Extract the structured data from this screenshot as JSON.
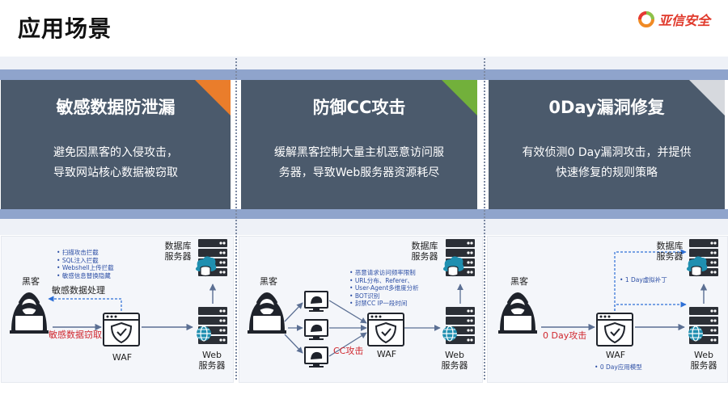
{
  "page": {
    "title": "应用场景"
  },
  "logo": {
    "text": "亚信安全"
  },
  "colors": {
    "panel_bg": "#4b5a6c",
    "stripe": "#8fa4cc",
    "accent_orange": "#ea7d2b",
    "accent_green": "#72b03b",
    "accent_grey": "#cfd3d9",
    "alert_red": "#d0272e",
    "list_blue": "#2d4fa5"
  },
  "panels": [
    {
      "heading": "敏感数据防泄漏",
      "desc_line1": "避免因黑客的入侵攻击，",
      "desc_line2": "导致网站核心数据被窃取",
      "corner": "orange"
    },
    {
      "heading": "防御CC攻击",
      "desc_line1": "缓解黑客控制大量主机恶意访问服",
      "desc_line2": "务器，导致Web服务器资源耗尽",
      "corner": "green"
    },
    {
      "heading": "0Day漏洞修复",
      "desc_line1": "有效侦测0 Day漏洞攻击，并提供",
      "desc_line2": "快速修复的规则策略",
      "corner": "grey"
    }
  ],
  "diagrams": [
    {
      "hacker": "黑客",
      "db_line1": "数据库",
      "db_line2": "服务器",
      "web_line1": "Web",
      "web_line2": "服务器",
      "waf": "WAF",
      "feature_list": [
        "扫描攻击拦截",
        "SQL注入拦截",
        "Webshell上传拦截",
        "敏感信息替换隐藏"
      ],
      "process_label": "敏感数据处理",
      "attack_label": "敏感数据窃取",
      "icons": [
        "hacker-icon",
        "waf-shield-icon",
        "database-server-icon",
        "web-server-icon"
      ]
    },
    {
      "hacker": "黑客",
      "db_line1": "数据库",
      "db_line2": "服务器",
      "web_line1": "Web",
      "web_line2": "服务器",
      "waf": "WAF",
      "feature_list": [
        "恶意请求访问频率限制",
        "URL分布、Referer、",
        "User-Agent多维度分析",
        "BOT识别",
        "封禁CC IP一段时间"
      ],
      "attack_label": "CC攻击",
      "icons": [
        "hacker-icon",
        "bot-monitor-icon",
        "waf-shield-icon",
        "database-server-icon",
        "web-server-icon"
      ]
    },
    {
      "hacker": "黑客",
      "db_line1": "数据库",
      "db_line2": "服务器",
      "web_line1": "Web",
      "web_line2": "服务器",
      "waf": "WAF",
      "patch_label": "1 Day虚拟补丁",
      "model_label": "0 Day应用模型",
      "attack_label": "0 Day攻击",
      "icons": [
        "hacker-icon",
        "waf-shield-icon",
        "database-server-icon",
        "web-server-icon"
      ]
    }
  ]
}
